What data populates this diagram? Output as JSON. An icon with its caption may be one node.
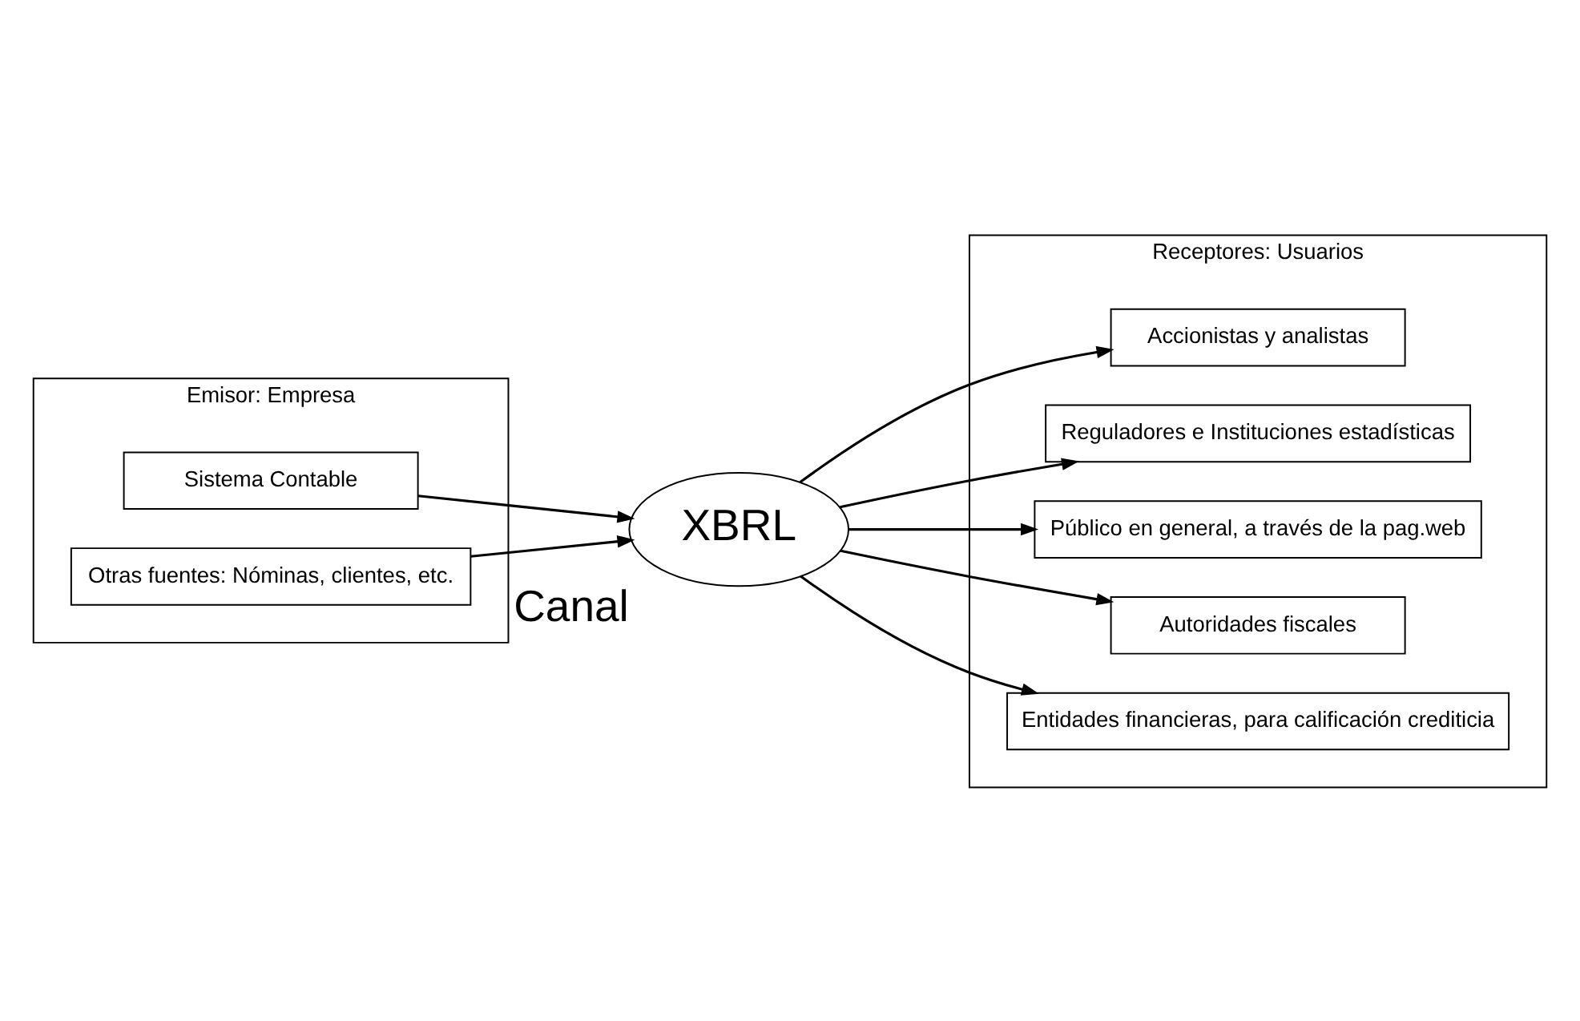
{
  "diagram": {
    "nodes": [
      {
        "text": [
          "Emisor: Empresa"
        ]
      },
      {
        "text": [
          "Sistema Contable"
        ],
        "in": 0
      },
      {
        "text": [
          "Otras fuentes: Nóminas, clientes, etc."
        ],
        "in": 0
      },
      {
        "text": [
          "XBRL"
        ],
        "beside": [
          "Canal"
        ]
      },
      {
        "text": [
          "Receptores: Usuarios"
        ]
      },
      {
        "text": [
          "Accionistas y analistas"
        ],
        "in": 4
      },
      {
        "text": [
          "Reguladores e Instituciones estadísticas"
        ],
        "in": 4
      },
      {
        "text": [
          "Público en general, a través de la pag.web"
        ],
        "in": 4
      },
      {
        "text": [
          "Autoridades fiscales"
        ],
        "in": 4
      },
      {
        "text": [
          "Entidades financieras, para calificación crediticia"
        ],
        "in": 4
      }
    ],
    "edges": [
      {
        "from": 1,
        "to": 3,
        "arrow": "to"
      },
      {
        "from": 2,
        "to": 3,
        "arrow": "to"
      },
      {
        "from": 3,
        "to": 5,
        "arrow": "to"
      },
      {
        "from": 3,
        "to": 6,
        "arrow": "to"
      },
      {
        "from": 3,
        "to": 7,
        "arrow": "to"
      },
      {
        "from": 3,
        "to": 8,
        "arrow": "to"
      },
      {
        "from": 3,
        "to": 9,
        "arrow": "to"
      }
    ]
  }
}
